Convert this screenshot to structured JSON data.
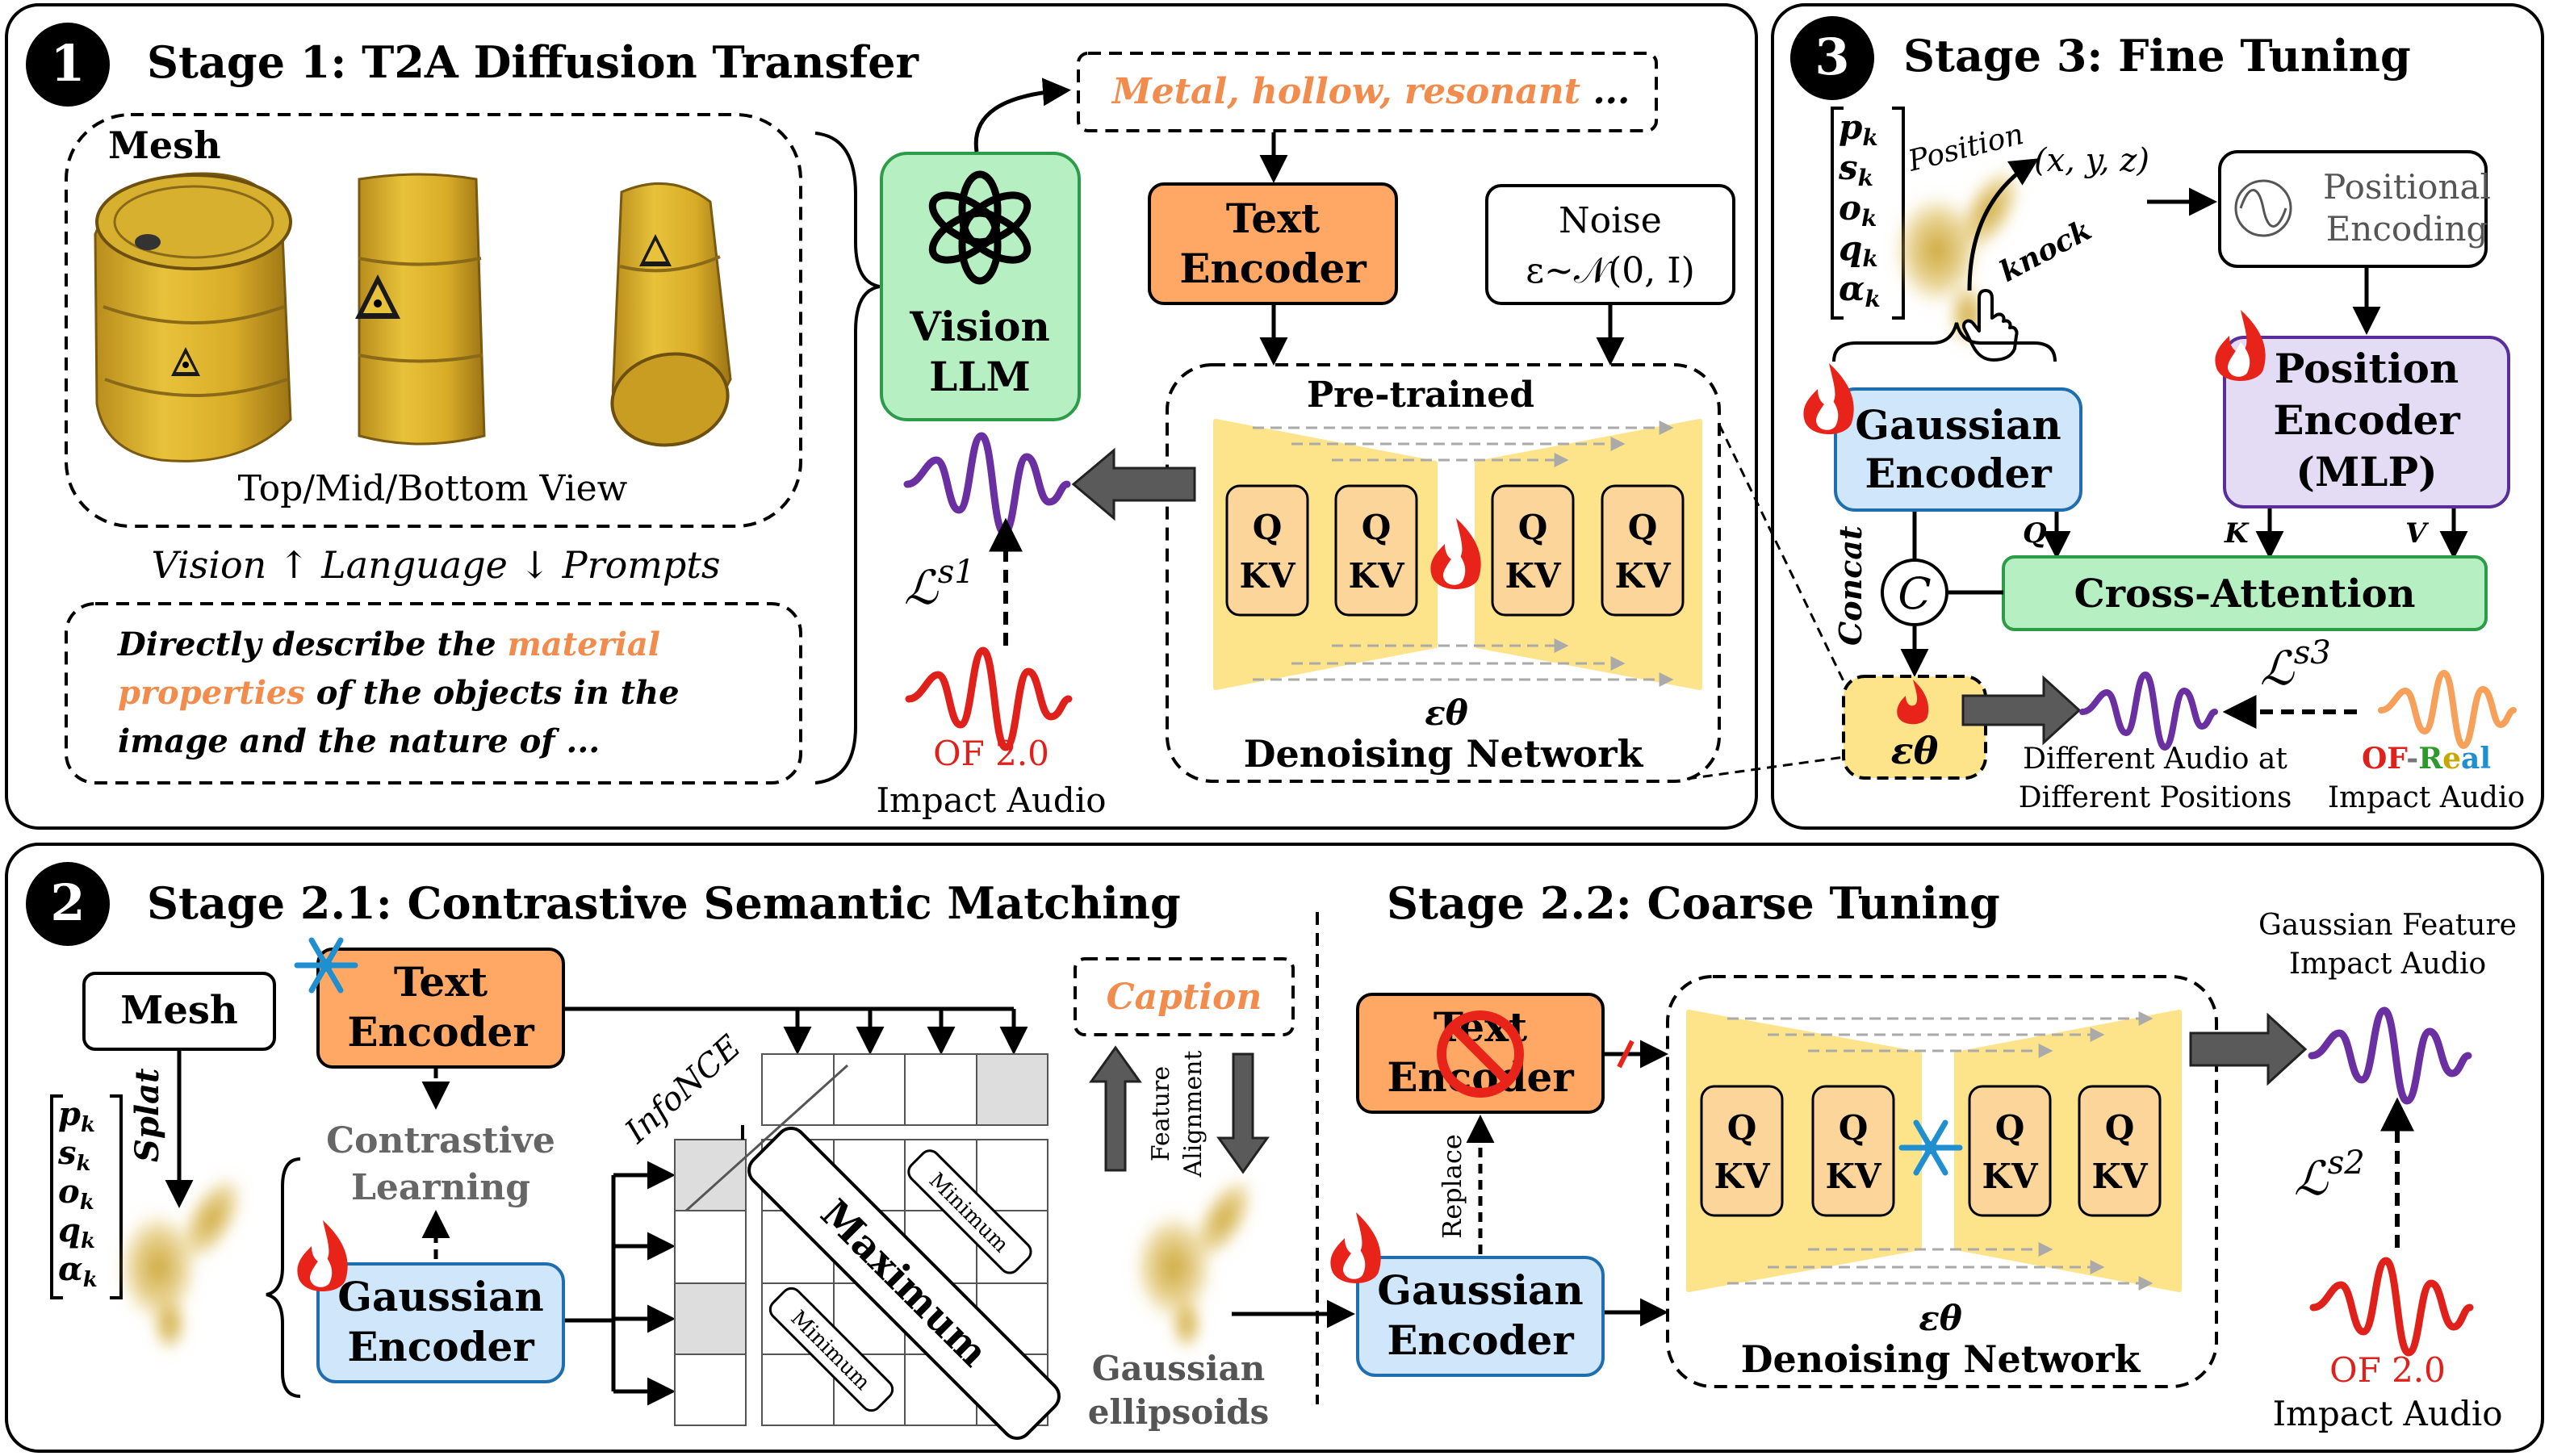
{
  "stage1": {
    "badge": "1",
    "title": "Stage 1: T2A Diffusion Transfer",
    "mesh_label": "Mesh",
    "view_caption": "Top/Mid/Bottom View",
    "prompts_title": "Vision ↑ Language ↓ Prompts",
    "prompt_line1a": "Directly describe the ",
    "prompt_line1b": "material",
    "prompt_line2a": "properties",
    "prompt_line2b": " of the objects in the",
    "prompt_line3": "image and the nature of ...",
    "vision_llm_line1": "Vision",
    "vision_llm_line2": "LLM",
    "caption_text": "Metal, hollow, resonant",
    "caption_ellipsis": " ...",
    "text_encoder_line1": "Text",
    "text_encoder_line2": "Encoder",
    "noise_line1": "Noise",
    "noise_line2": "ε∼𝒩(0, I)",
    "pretrained": "Pre-trained",
    "qkv_q": "Q",
    "qkv_kv": "KV",
    "eps_theta": "εθ",
    "denoising": "Denoising Network",
    "loss": "ℒ",
    "loss_sup": "s1",
    "audio_src": "OF 2.0",
    "audio_label": "Impact Audio"
  },
  "stage3": {
    "badge": "3",
    "title": "Stage 3: Fine Tuning",
    "params": [
      "p",
      "s",
      "o",
      "q",
      "α"
    ],
    "param_sub": "k",
    "position_label": "Position",
    "xyz": "(x, y, z)",
    "knock": "knock",
    "positional_enc_line1": "Positional",
    "positional_enc_line2": "Encoding",
    "position_encoder_line1": "Position",
    "position_encoder_line2": "Encoder",
    "position_encoder_line3": "(MLP)",
    "gaussian_encoder_line1": "Gaussian",
    "gaussian_encoder_line2": "Encoder",
    "concat": "Concat",
    "c_symbol": "C",
    "q": "Q",
    "k": "K",
    "v": "V",
    "cross_attention": "Cross-Attention",
    "eps_theta": "εθ",
    "loss": "ℒ",
    "loss_sup": "s3",
    "diff_audio_line1": "Different Audio at",
    "diff_audio_line2": "Different Positions",
    "of_label": "OF",
    "of_dash": "-",
    "real_letters": [
      "R",
      "e",
      "a",
      "l"
    ],
    "real_colors": [
      "#2e9a2e",
      "#c8a800",
      "#1f8fd0",
      "#1f8fd0"
    ],
    "impact_audio": "Impact Audio"
  },
  "stage2": {
    "badge": "2",
    "title21": "Stage 2.1: Contrastive Semantic Matching",
    "title22": "Stage 2.2: Coarse Tuning",
    "mesh": "Mesh",
    "splat": "Splat",
    "params": [
      "p",
      "s",
      "o",
      "q",
      "α"
    ],
    "param_sub": "k",
    "text_encoder_line1": "Text",
    "text_encoder_line2": "Encoder",
    "contrastive_line1": "Contrastive",
    "contrastive_line2": "Learning",
    "gaussian_encoder_line1": "Gaussian",
    "gaussian_encoder_line2": "Encoder",
    "infonce": "InfoNCE",
    "maximum": "Maximum",
    "minimum": "Minimum",
    "caption": "Caption",
    "feature_line1": "Feature",
    "feature_line2": "Alignment",
    "ellipsoids_line1": "Gaussian",
    "ellipsoids_line2": "ellipsoids",
    "replace": "Replace",
    "qkv_q": "Q",
    "qkv_kv": "KV",
    "eps_theta": "εθ",
    "denoising": "Denoising Network",
    "gf_line1": "Gaussian Feature",
    "gf_line2": "Impact Audio",
    "loss": "ℒ",
    "loss_sup": "s2",
    "audio_src": "OF 2.0",
    "audio_label": "Impact Audio"
  },
  "colors": {
    "orange_box": "#ffa866",
    "orange_text": "#f28c4c",
    "green_box": "#b6efc2",
    "blue_box": "#cfe6fb",
    "purple_box": "#e4dcf5",
    "yellow": "#fde38a",
    "red_wave": "#e0201a",
    "purple_wave": "#6a2fa0",
    "barrel": "#e2b42e"
  }
}
